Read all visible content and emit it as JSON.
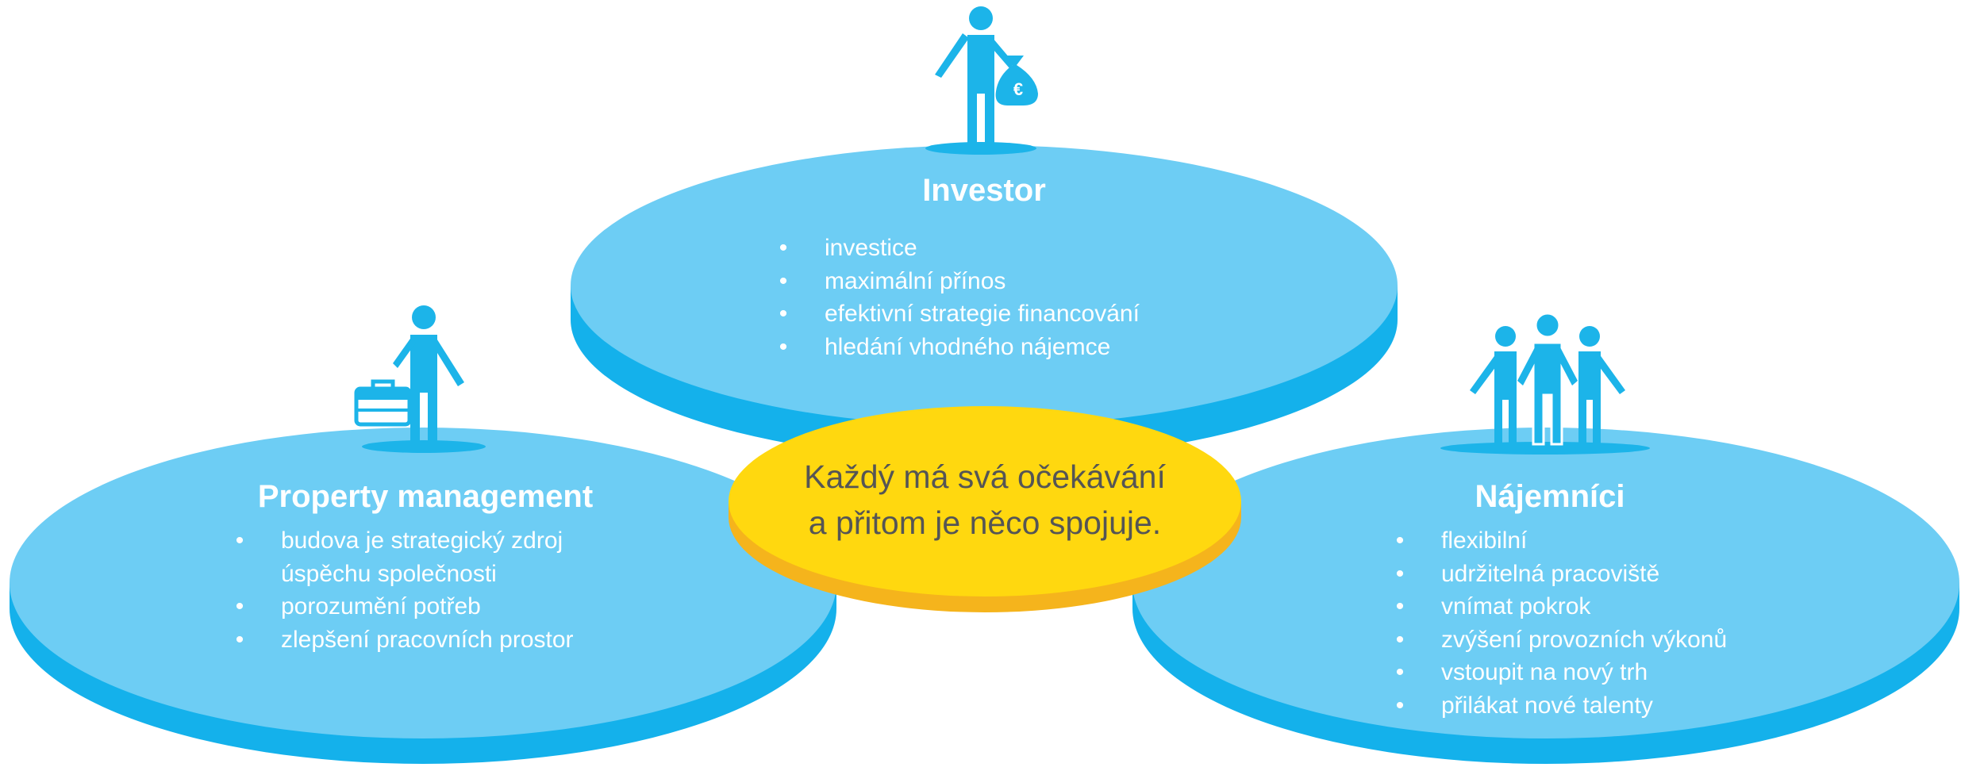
{
  "center": {
    "line1": "Každý má svá očekávání",
    "line2": "a přitom je něco spojuje."
  },
  "investor": {
    "title": "Investor",
    "items": [
      {
        "text": "investice"
      },
      {
        "text": "maximální přínos"
      },
      {
        "text": "efektivní strategie financování"
      },
      {
        "text": "hledání vhodného nájemce"
      }
    ],
    "icon": "person-with-money-bag-icon",
    "money_symbol": "€"
  },
  "property_management": {
    "title": "Property management",
    "items": [
      {
        "text": "budova je strategický zdroj"
      },
      {
        "text": "úspěchu společnosti",
        "continuation": true
      },
      {
        "text": "porozumění potřeb"
      },
      {
        "text": "zlepšení pracovních prostor"
      }
    ],
    "icon": "person-with-briefcase-icon"
  },
  "tenants": {
    "title": "Nájemníci",
    "items": [
      {
        "text": "flexibilní"
      },
      {
        "text": "udržitelná pracoviště"
      },
      {
        "text": "vnímat pokrok"
      },
      {
        "text": "zvýšení provozních výkonů"
      },
      {
        "text": "vstoupit na nový trh"
      },
      {
        "text": "přilákat nové talenty"
      }
    ],
    "icon": "group-of-people-icon"
  },
  "colors": {
    "disc_top": "#6dcdf4",
    "disc_side": "#14b1eb",
    "center_top": "#ffd80f",
    "center_side": "#f5b41c",
    "icon": "#1cb4e9",
    "text_light": "#ffffff",
    "text_dark": "#555555"
  }
}
